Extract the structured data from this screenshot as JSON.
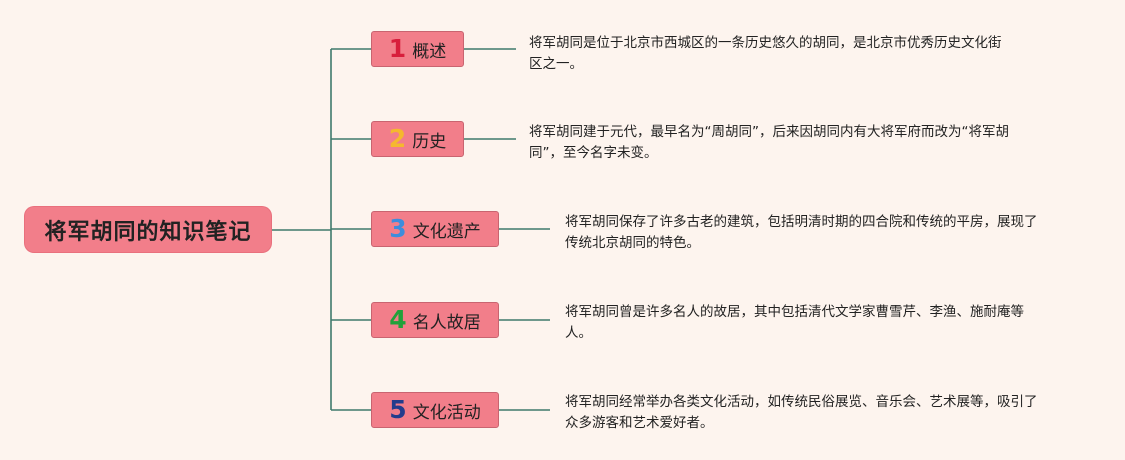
{
  "root": {
    "title": "将军胡同的知识笔记"
  },
  "colors": {
    "background": "#fdf4ee",
    "node_fill": "#f27e8a",
    "connector": "#3f7a6c"
  },
  "branches": [
    {
      "number": "1",
      "number_color": "#d81e3c",
      "label": "概述",
      "desc_lines": [
        "将军胡同是位于北京市西城区的一条历史悠久的胡同，是北京市优秀历史文化街",
        "区之一。"
      ]
    },
    {
      "number": "2",
      "number_color": "#f5b82e",
      "label": "历史",
      "desc_lines": [
        "将军胡同建于元代，最早名为“周胡同”，后来因胡同内有大将军府而改为“将军胡",
        "同”，至今名字未变。"
      ]
    },
    {
      "number": "3",
      "number_color": "#3d8ddc",
      "label": "文化遗产",
      "desc_lines": [
        "将军胡同保存了许多古老的建筑，包括明清时期的四合院和传统的平房，展现了",
        "传统北京胡同的特色。"
      ]
    },
    {
      "number": "4",
      "number_color": "#21a13a",
      "label": "名人故居",
      "desc_lines": [
        "将军胡同曾是许多名人的故居，其中包括清代文学家曹雪芹、李渔、施耐庵等",
        "人。"
      ]
    },
    {
      "number": "5",
      "number_color": "#243c8c",
      "label": "文化活动",
      "desc_lines": [
        "将军胡同经常举办各类文化活动，如传统民俗展览、音乐会、艺术展等，吸引了",
        "众多游客和艺术爱好者。"
      ]
    }
  ]
}
